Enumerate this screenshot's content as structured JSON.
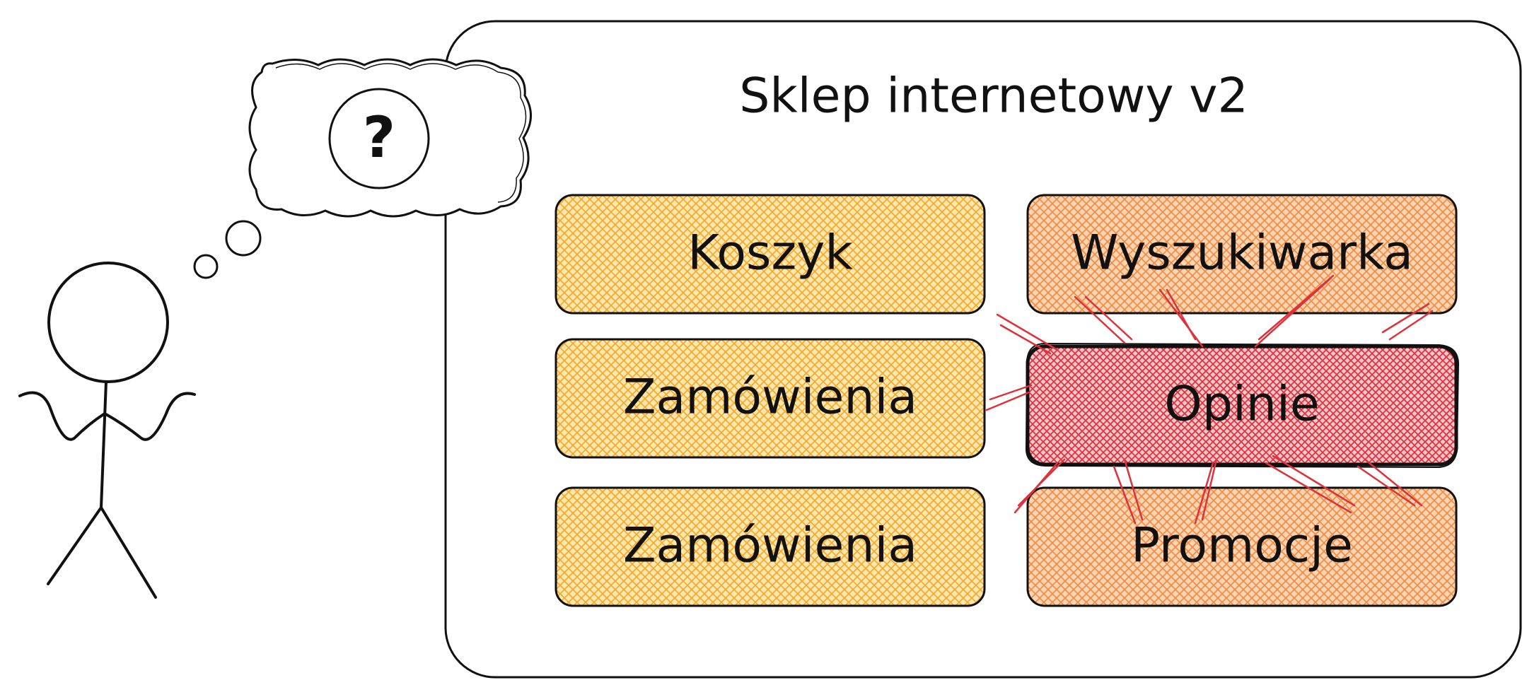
{
  "diagram": {
    "title": "Sklep internetowy v2",
    "thought_symbol": "?",
    "modules": [
      {
        "id": "koszyk",
        "label": "Koszyk",
        "status": "normal"
      },
      {
        "id": "wyszukiwarka",
        "label": "Wyszukiwarka",
        "status": "connected"
      },
      {
        "id": "zamowienia-1",
        "label": "Zamówienia",
        "status": "normal"
      },
      {
        "id": "opinie",
        "label": "Opinie",
        "status": "problem"
      },
      {
        "id": "zamowienia-2",
        "label": "Zamówienia",
        "status": "normal"
      },
      {
        "id": "promocje",
        "label": "Promocje",
        "status": "connected"
      }
    ]
  },
  "colors": {
    "stroke": "#111111",
    "normal_hatch": "#f5a623",
    "normal_fill": "#fde7b0",
    "connected_hatch": "#f08a3c",
    "connected_fill": "#fbd4b4",
    "problem_hatch": "#e0303a",
    "problem_fill": "#f8c7cb",
    "tangle": "#e0303a"
  }
}
